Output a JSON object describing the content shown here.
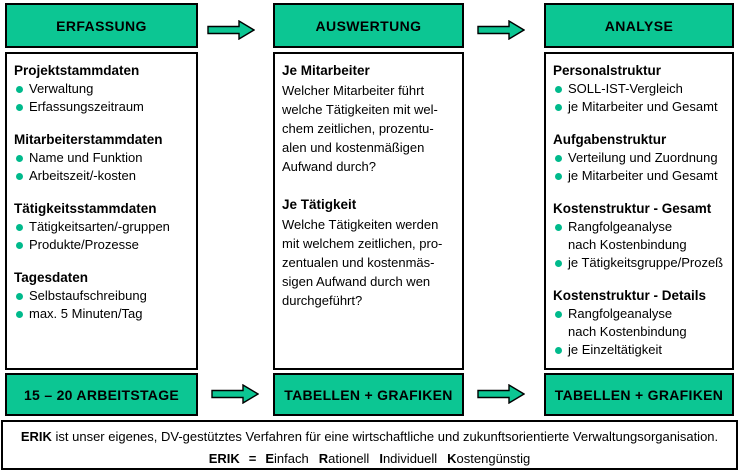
{
  "colors": {
    "green": "#0cc693",
    "bullet": "#00ba8c",
    "border": "#000000"
  },
  "columns": [
    {
      "header": "ERFASSUNG",
      "bottom_label": "15 – 20 ARBEITSTAGE",
      "sections": [
        {
          "title": "Projektstammdaten",
          "items": [
            "Verwaltung",
            "Erfassungszeitraum"
          ]
        },
        {
          "title": "Mitarbeiterstammdaten",
          "items": [
            "Name und Funktion",
            "Arbeitszeit/-kosten"
          ]
        },
        {
          "title": "Tätigkeitsstammdaten",
          "items": [
            "Tätigkeitsarten/-gruppen",
            "Produkte/Prozesse"
          ]
        },
        {
          "title": "Tagesdaten",
          "items": [
            "Selbstaufschreibung",
            "max. 5 Minuten/Tag"
          ]
        }
      ]
    },
    {
      "header": "AUSWERTUNG",
      "bottom_label": "TABELLEN + GRAFIKEN",
      "sections": [
        {
          "title": "Je Mitarbeiter",
          "paragraph": "Welcher Mitarbeiter führt\nwelche Tätigkeiten mit wel-\nchem zeitlichen, prozentu-\nalen und kostenmäßigen\nAufwand durch?"
        },
        {
          "title": "Je Tätigkeit",
          "paragraph": "Welche Tätigkeiten werden\nmit welchem zeitlichen, pro-\nzentualen und kostenmäs-\nsigen Aufwand durch wen\ndurchgeführt?"
        }
      ]
    },
    {
      "header": "ANALYSE",
      "bottom_label": "TABELLEN + GRAFIKEN",
      "sections": [
        {
          "title": "Personalstruktur",
          "items": [
            "SOLL-IST-Vergleich",
            "je Mitarbeiter und Gesamt"
          ]
        },
        {
          "title": "Aufgabenstruktur",
          "items": [
            "Verteilung und Zuordnung",
            "je Mitarbeiter und Gesamt"
          ]
        },
        {
          "title": "Kostenstruktur - Gesamt",
          "items": [
            "Rangfolgeanalyse\nnach Kostenbindung",
            "je Tätigkeitsgruppe/Prozeß"
          ]
        },
        {
          "title": "Kostenstruktur - Details",
          "items": [
            "Rangfolgeanalyse\nnach Kostenbindung",
            "je Einzeltätigkeit"
          ]
        }
      ]
    }
  ],
  "footer": {
    "line1": {
      "bold": "ERIK",
      "rest": " ist unser eigenes, DV-gestütztes Verfahren für eine wirtschaftliche und zukunftsorientierte Verwaltungsorganisation."
    },
    "line2": {
      "erik": "ERIK",
      "eq": "=",
      "words": [
        {
          "initial": "E",
          "rest": "infach"
        },
        {
          "initial": "R",
          "rest": "ationell"
        },
        {
          "initial": "I",
          "rest": "ndividuell"
        },
        {
          "initial": "K",
          "rest": "ostengünstig"
        }
      ]
    }
  }
}
